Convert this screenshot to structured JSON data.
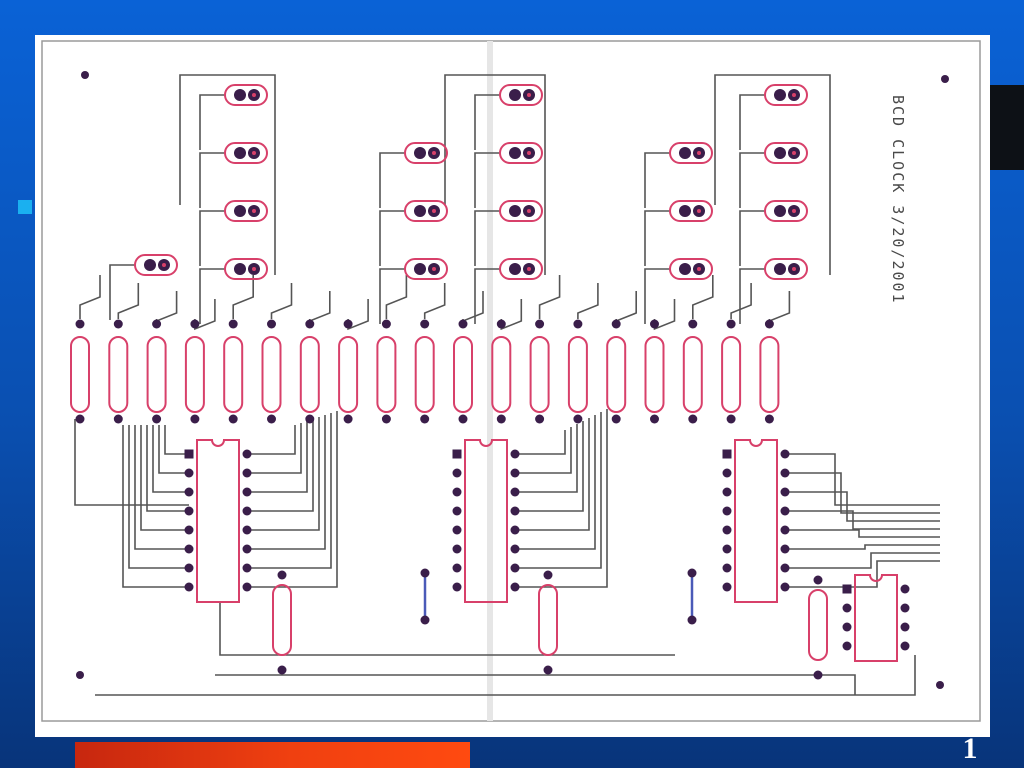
{
  "slide": {
    "number": "1"
  },
  "board": {
    "title_line": "BCD CLOCK  3/20/2001"
  },
  "colors": {
    "background": "#0a5ad0",
    "footer_bar": "#f04010",
    "accent": "#1ab0f0",
    "trace": "#555555",
    "resistor": "#d8406a",
    "pad": "#3a1e4a",
    "jumper": "#4a5ab8"
  },
  "icons": {
    "pcb": "pcb-layout-image"
  }
}
